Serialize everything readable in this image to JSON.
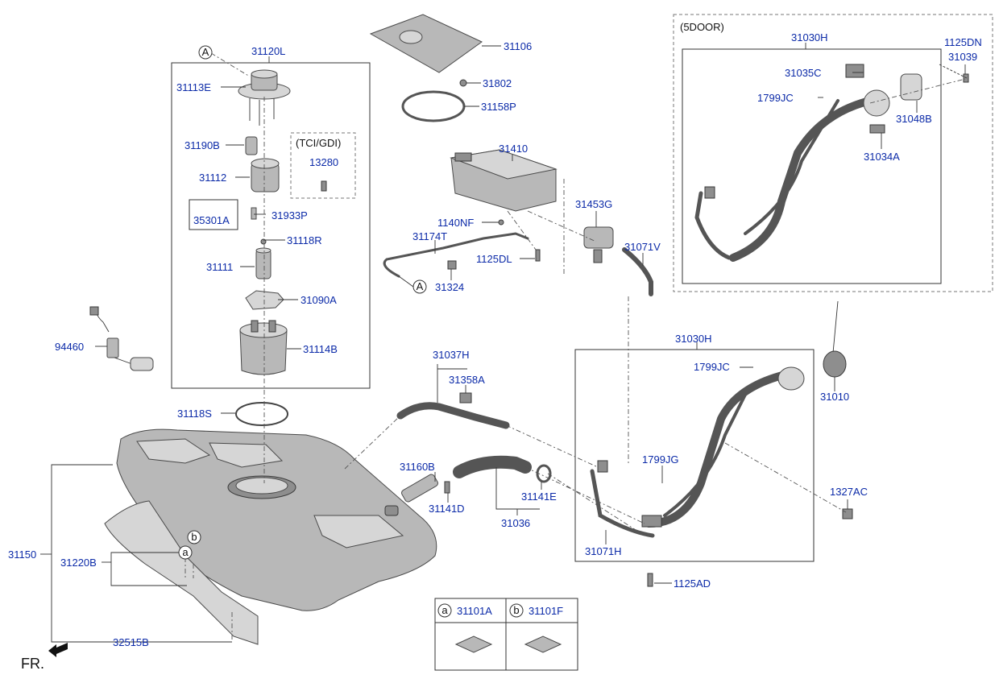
{
  "labels": {
    "variant_5door": "(5DOOR)",
    "variant_tci": "(TCI/GDI)",
    "fr": "FR.",
    "circle_a": "a",
    "circle_b": "b",
    "circle_A": "A"
  },
  "parts": {
    "p31120L": "31120L",
    "p31113E": "31113E",
    "p31190B": "31190B",
    "p31112": "31112",
    "p35301A": "35301A",
    "p31933P": "31933P",
    "p13280": "13280",
    "p31118R": "31118R",
    "p31111": "31111",
    "p31090A": "31090A",
    "p31114B": "31114B",
    "p94460": "94460",
    "p31118S": "31118S",
    "p31150": "31150",
    "p31220B": "31220B",
    "p32515B": "32515B",
    "p31106": "31106",
    "p31802": "31802",
    "p31158P": "31158P",
    "p31410": "31410",
    "p1140NF": "1140NF",
    "p31453G": "31453G",
    "p31174T": "31174T",
    "p1125DL": "1125DL",
    "p31324": "31324",
    "p31071V": "31071V",
    "p31037H": "31037H",
    "p31358A": "31358A",
    "p31160B": "31160B",
    "p31141D": "31141D",
    "p31141E": "31141E",
    "p31036": "31036",
    "p31030H_top": "31030H",
    "p1125DN": "1125DN",
    "p31039": "31039",
    "p31035C": "31035C",
    "p1799JC_top": "1799JC",
    "p31048B": "31048B",
    "p31034A": "31034A",
    "p31030H": "31030H",
    "p1799JC": "1799JC",
    "p1799JG": "1799JG",
    "p31071H": "31071H",
    "p1125AD": "1125AD",
    "p31010": "31010",
    "p1327AC": "1327AC",
    "p31101A": "31101A",
    "p31101F": "31101F"
  },
  "colors": {
    "part_number": "#0b2aa8",
    "outline": "#333333",
    "part_fill": "#b8b8b8"
  },
  "icons": {
    "front_direction": "arrow-front-icon"
  }
}
